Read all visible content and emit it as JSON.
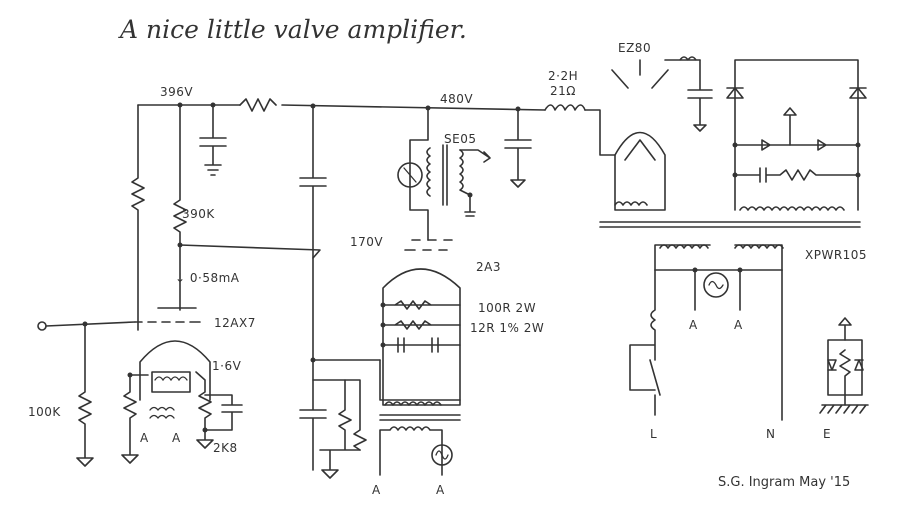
{
  "title": "A nice little valve amplifier.",
  "signature": "S.G. Ingram  May '15",
  "labels": {
    "v396": "396V",
    "v480": "480V",
    "choke_h": "2·2H",
    "choke_r": "21Ω",
    "rectifier": "EZ80",
    "r390k": "390K",
    "v170": "170V",
    "current": "↓ 0·58mA",
    "tube_12ax7": "12AX7",
    "heater_16v": "1·6V",
    "r100k": "100K",
    "r2k8": "2K8",
    "a": "A",
    "tube_2a3": "2A3",
    "r100r": "100R 2W",
    "r12r": "12R 1% 2W",
    "se05": "SE05",
    "xpwr": "XPWR105",
    "mains_l": "L",
    "mains_n": "N",
    "mains_e": "E"
  }
}
